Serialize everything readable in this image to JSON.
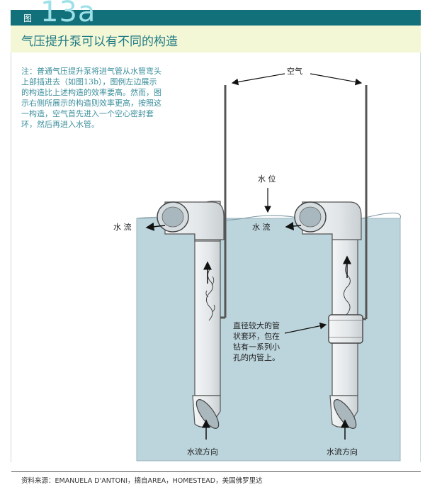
{
  "header": {
    "fig_label": "图",
    "fig_number": "13a",
    "title": "气压提升泵可以有不同的构造"
  },
  "note": "注：普通气压提升泵将进气管从水管弯头上部插进去（如图13b），图例左边展示的构造比上述构造的效率要高。然而，图示右侧所展示的构造则效率更高，按照这一构造，空气首先进入一个空心密封套环，然后再进入水管。",
  "labels": {
    "air": "空气",
    "water_level": "水 位",
    "water_flow_left": "水 流",
    "water_flow_right": "水 流",
    "collar_note": [
      "直径较大的管",
      "状套环，包在",
      "钻有一系列小",
      "孔的内管上。"
    ],
    "flow_dir_left": "水流方向",
    "flow_dir_right": "水流方向"
  },
  "source": "资料来源：EMANUELA D'ANTONI，摘自AREA，HOMESTEAD，美国佛罗里达",
  "colors": {
    "header": "#12707a",
    "title_band": "#f4f7d6",
    "title_text": "#1e7a84",
    "water": "#bcd4dc",
    "pipe": "#e4e8ea"
  }
}
